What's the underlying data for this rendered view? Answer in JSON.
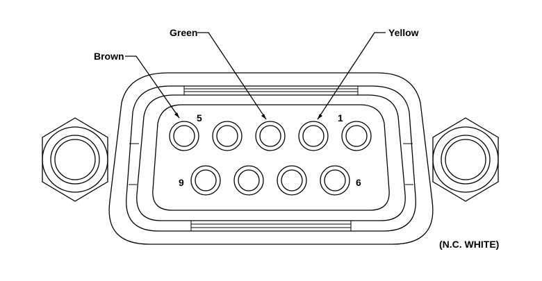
{
  "diagram": {
    "wire_labels": {
      "brown": "Brown",
      "green": "Green",
      "yellow": "Yellow"
    },
    "pin_numbers": {
      "pin5": "5",
      "pin1": "1",
      "pin9": "9",
      "pin6": "6"
    },
    "note": "(N.C. WHITE)"
  }
}
